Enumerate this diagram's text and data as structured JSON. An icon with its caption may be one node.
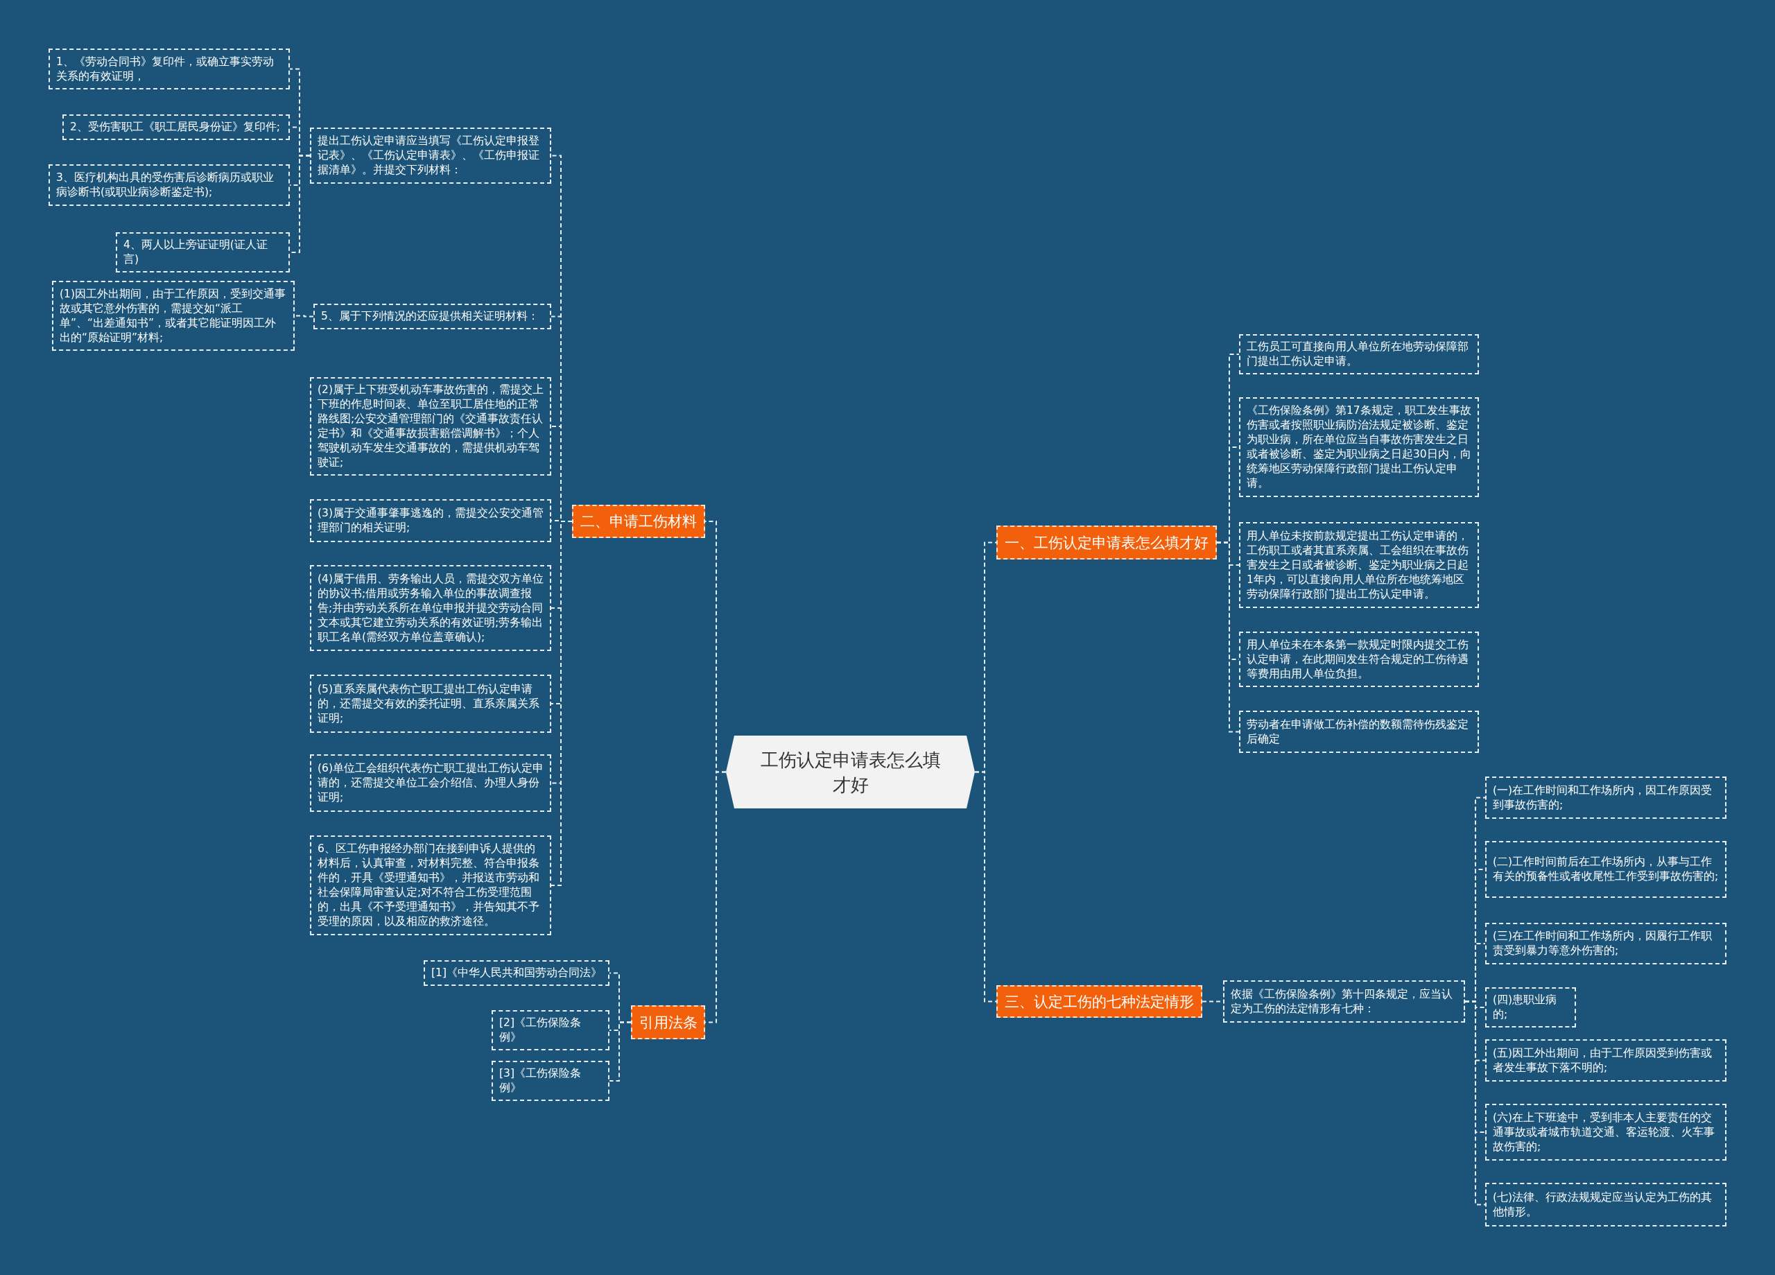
{
  "diagram": {
    "nodes": [
      {
        "text": [
          "工伤认定申请表怎么填才好"
        ]
      },
      {
        "text": [
          "一、工伤认定申请表怎么填才好"
        ]
      },
      {
        "text": [
          "工伤员工可直接向用人单位所在地劳动保障部门提出工伤认定申请。"
        ]
      },
      {
        "text": [
          "《工伤保险条例》第17条规定，职工发生事故伤害或者按照职业病防治法规定被诊断、鉴定为职业病，所在单位应当自事故伤害发生之日或者被诊断、鉴定为职业病之日起30日内，向统筹地区劳动保障行政部门提出工伤认定申请。"
        ]
      },
      {
        "text": [
          "用人单位未按前款规定提出工伤认定申请的，工伤职工或者其直系亲属、工会组织在事故伤害发生之日或者被诊断、鉴定为职业病之日起1年内，可以直接向用人单位所在地统筹地区劳动保障行政部门提出工伤认定申请。"
        ]
      },
      {
        "text": [
          "用人单位未在本条第一款规定时限内提交工伤认定申请，在此期间发生符合规定的工伤待遇等费用由用人单位负担。"
        ]
      },
      {
        "text": [
          "劳动者在申请做工伤补偿的数额需待伤残鉴定后确定"
        ]
      },
      {
        "text": [
          "二、申请工伤材料"
        ]
      },
      {
        "text": [
          "提出工伤认定申请应当填写《工伤认定申报登记表》、《工伤认定申请表》、《工伤申报证据清单》。并提交下列材料："
        ]
      },
      {
        "text": [
          "1、《劳动合同书》复印件，或确立事实劳动关系的有效证明，"
        ]
      },
      {
        "text": [
          "2、受伤害职工《职工居民身份证》复印件;"
        ]
      },
      {
        "text": [
          "3、医疗机构出具的受伤害后诊断病历或职业病诊断书(或职业病诊断鉴定书);"
        ]
      },
      {
        "text": [
          "4、两人以上旁证证明(证人证言)"
        ]
      },
      {
        "text": [
          "5、属于下列情况的还应提供相关证明材料："
        ]
      },
      {
        "text": [
          "(1)因工外出期间，由于工作原因，受到交通事故或其它意外伤害的，需提交如“派工单”、“出差通知书”，或者其它能证明因工外出的“原始证明”材料;"
        ]
      },
      {
        "text": [
          "(2)属于上下班受机动车事故伤害的，需提交上下班的作息时间表、单位至职工居住地的正常路线图;公安交通管理部门的《交通事故责任认定书》和《交通事故损害赔偿调解书》；个人驾驶机动车发生交通事故的，需提供机动车驾驶证;"
        ]
      },
      {
        "text": [
          "(3)属于交通事肇事逃逸的，需提交公安交通管理部门的相关证明;"
        ]
      },
      {
        "text": [
          "(4)属于借用、劳务输出人员，需提交双方单位的协议书;借用或劳务输入单位的事故调查报告;并由劳动关系所在单位申报并提交劳动合同文本或其它建立劳动关系的有效证明;劳务输出职工名单(需经双方单位盖章确认);"
        ]
      },
      {
        "text": [
          "(5)直系亲属代表伤亡职工提出工伤认定申请的，还需提交有效的委托证明、直系亲属关系证明;"
        ]
      },
      {
        "text": [
          "(6)单位工会组织代表伤亡职工提出工伤认定申请的，还需提交单位工会介绍信、办理人身份证明;"
        ]
      },
      {
        "text": [
          "6、区工伤申报经办部门在接到申诉人提供的材料后，认真审查，对材料完整、符合申报条件的，开具《受理通知书》，并报送市劳动和社会保障局审查认定;对不符合工伤受理范围的，出具《不予受理通知书》，并告知其不予受理的原因，以及相应的救济途径。"
        ]
      },
      {
        "text": [
          "引用法条"
        ]
      },
      {
        "text": [
          "[1]《中华人民共和国劳动合同法》"
        ]
      },
      {
        "text": [
          "[2]《工伤保险条例》"
        ]
      },
      {
        "text": [
          "[3]《工伤保险条例》"
        ]
      },
      {
        "text": [
          "三、认定工伤的七种法定情形"
        ]
      },
      {
        "text": [
          "依据《工伤保险条例》第十四条规定，应当认定为工伤的法定情形有七种："
        ]
      },
      {
        "text": [
          "(一)在工作时间和工作场所内，因工作原因受到事故伤害的;"
        ]
      },
      {
        "text": [
          "(二)工作时间前后在工作场所内，从事与工作有关的预备性或者收尾性工作受到事故伤害的;"
        ]
      },
      {
        "text": [
          "(三)在工作时间和工作场所内，因履行工作职责受到暴力等意外伤害的;"
        ]
      },
      {
        "text": [
          "(四)患职业病的;"
        ]
      },
      {
        "text": [
          "(五)因工外出期间，由于工作原因受到伤害或者发生事故下落不明的;"
        ]
      },
      {
        "text": [
          "(六)在上下班途中，受到非本人主要责任的交通事故或者城市轨道交通、客运轮渡、火车事故伤害的;"
        ]
      },
      {
        "text": [
          "(七)法律、行政法规规定应当认定为工伤的其他情形。"
        ]
      }
    ],
    "edges": [
      {
        "from": 0,
        "to": 1,
        "arrow": "none"
      },
      {
        "from": 0,
        "to": 7,
        "arrow": "none"
      },
      {
        "from": 0,
        "to": 21,
        "arrow": "none"
      },
      {
        "from": 0,
        "to": 25,
        "arrow": "none"
      },
      {
        "from": 1,
        "to": 2,
        "arrow": "none"
      },
      {
        "from": 1,
        "to": 3,
        "arrow": "none"
      },
      {
        "from": 1,
        "to": 4,
        "arrow": "none"
      },
      {
        "from": 1,
        "to": 5,
        "arrow": "none"
      },
      {
        "from": 1,
        "to": 6,
        "arrow": "none"
      },
      {
        "from": 7,
        "to": 8,
        "arrow": "none"
      },
      {
        "from": 7,
        "to": 13,
        "arrow": "none"
      },
      {
        "from": 7,
        "to": 15,
        "arrow": "none"
      },
      {
        "from": 7,
        "to": 16,
        "arrow": "none"
      },
      {
        "from": 7,
        "to": 17,
        "arrow": "none"
      },
      {
        "from": 7,
        "to": 18,
        "arrow": "none"
      },
      {
        "from": 7,
        "to": 19,
        "arrow": "none"
      },
      {
        "from": 7,
        "to": 20,
        "arrow": "none"
      },
      {
        "from": 8,
        "to": 9,
        "arrow": "none"
      },
      {
        "from": 8,
        "to": 10,
        "arrow": "none"
      },
      {
        "from": 8,
        "to": 11,
        "arrow": "none"
      },
      {
        "from": 8,
        "to": 12,
        "arrow": "none"
      },
      {
        "from": 13,
        "to": 14,
        "arrow": "none"
      },
      {
        "from": 21,
        "to": 22,
        "arrow": "none"
      },
      {
        "from": 21,
        "to": 23,
        "arrow": "none"
      },
      {
        "from": 21,
        "to": 24,
        "arrow": "none"
      },
      {
        "from": 25,
        "to": 26,
        "arrow": "none"
      },
      {
        "from": 26,
        "to": 27,
        "arrow": "none"
      },
      {
        "from": 26,
        "to": 28,
        "arrow": "none"
      },
      {
        "from": 26,
        "to": 29,
        "arrow": "none"
      },
      {
        "from": 26,
        "to": 30,
        "arrow": "none"
      },
      {
        "from": 26,
        "to": 31,
        "arrow": "none"
      },
      {
        "from": 26,
        "to": 32,
        "arrow": "none"
      },
      {
        "from": 26,
        "to": 33,
        "arrow": "none"
      }
    ]
  }
}
